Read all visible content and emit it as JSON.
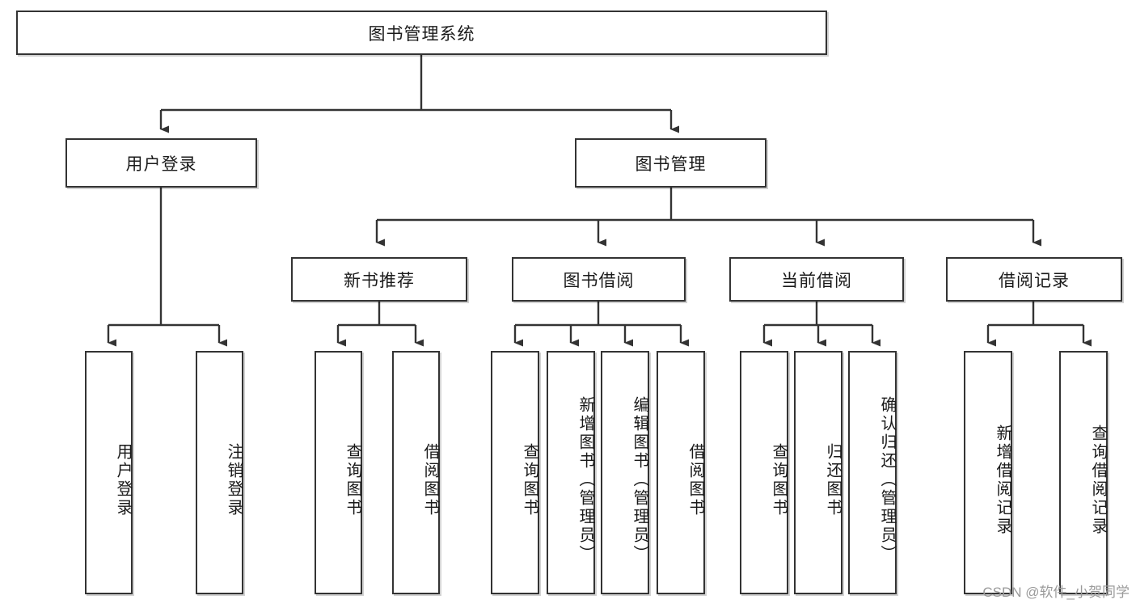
{
  "diagram": {
    "title": "图书管理系统",
    "type": "tree-hierarchy",
    "watermark": "CSDN @软件_小贺同学",
    "colors": {
      "node_border": "#333333",
      "node_fill": "#ffffff",
      "edge": "#333333",
      "text": "#1a1a1a",
      "watermark": "#9a9a9a"
    },
    "nodes": {
      "root": {
        "label": "图书管理系统"
      },
      "level2": [
        {
          "id": "user-login",
          "label": "用户登录"
        },
        {
          "id": "book-manage",
          "label": "图书管理"
        }
      ],
      "level3": [
        {
          "id": "new-book-recommend",
          "label": "新书推荐"
        },
        {
          "id": "book-borrow",
          "label": "图书借阅"
        },
        {
          "id": "current-borrow",
          "label": "当前借阅"
        },
        {
          "id": "borrow-record",
          "label": "借阅记录"
        }
      ],
      "leaves": {
        "user-login": [
          {
            "id": "leaf-user-login",
            "label": "用户登录"
          },
          {
            "id": "leaf-logout-login",
            "label": "注销登录"
          }
        ],
        "new-book-recommend": [
          {
            "id": "leaf-query-book-1",
            "label": "查询图书"
          },
          {
            "id": "leaf-borrow-book-1",
            "label": "借阅图书"
          }
        ],
        "book-borrow": [
          {
            "id": "leaf-query-book-2",
            "label": "查询图书"
          },
          {
            "id": "leaf-add-book",
            "label": "新增图书（管理员）"
          },
          {
            "id": "leaf-edit-book",
            "label": "编辑图书（管理员）"
          },
          {
            "id": "leaf-borrow-book-2",
            "label": "借阅图书"
          }
        ],
        "current-borrow": [
          {
            "id": "leaf-query-book-3",
            "label": "查询图书"
          },
          {
            "id": "leaf-return-book",
            "label": "归还图书"
          },
          {
            "id": "leaf-confirm-return",
            "label": "确认归还（管理员）"
          }
        ],
        "borrow-record": [
          {
            "id": "leaf-add-record",
            "label": "新增借阅记录"
          },
          {
            "id": "leaf-query-record",
            "label": "查询借阅记录"
          }
        ]
      }
    }
  }
}
